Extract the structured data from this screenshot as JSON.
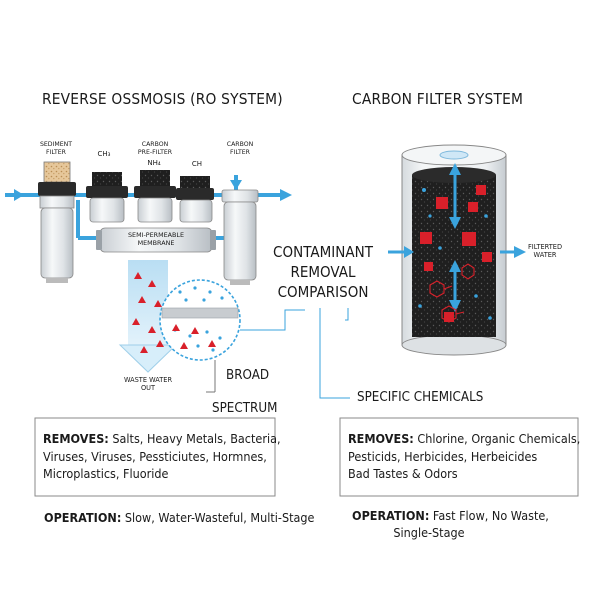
{
  "ro": {
    "title": "REVERSE OSSMOSIS (RO SYSTEM)",
    "labels": {
      "sediment_1": "SEDIMENT",
      "sediment_2": "FILTER",
      "ch3": "CH₃",
      "carbon_pre_1": "CARBON",
      "carbon_pre_2": "PRE-FILTER",
      "nh4": "NH₄",
      "ch": "CH",
      "carbon_1": "CARBON",
      "carbon_2": "FILTER",
      "membrane_1": "SEMI-PERMEABLE",
      "membrane_2": "MEMBRANE",
      "waste_1": "WASTE WATER",
      "waste_2": "OUT"
    },
    "broad_1": "BROAD",
    "broad_2": "SPECTRUM",
    "removes_label": "REMOVES:",
    "removes_lines": [
      " Salts, Heavy Metals, Bacteria,",
      "Viruses, Viruses, Pessticiutes, Hormnes,",
      "Microplastics, Fluoride"
    ],
    "operation_label": "OPERATION:",
    "operation_text": " Slow, Water-Wasteful, Multi-Stage"
  },
  "center": {
    "title_lines": [
      "CONTAMINANT",
      "REMOVAL",
      "COMPARISON"
    ]
  },
  "carbon": {
    "title": "CARBON FILTER SYSTEM",
    "filtered_1": "FILTERTED",
    "filtered_2": "WATER",
    "specific": "SPECIFIC CHEMICALS",
    "removes_label": "REMOVES:",
    "removes_lines": [
      " Chlorine, Organic Chemicals,",
      "Pesticids, Herbicides, Herbeicides",
      "Bad Tastes & Odors"
    ],
    "operation_label": "OPERATION:",
    "operation_line1": " Fast Flow, No Waste,",
    "operation_line2": "Single-Stage"
  },
  "colors": {
    "water_blue": "#3aa3dd",
    "contaminant_red": "#d9202a",
    "carbon_black": "#222222",
    "outline": "#555555"
  }
}
